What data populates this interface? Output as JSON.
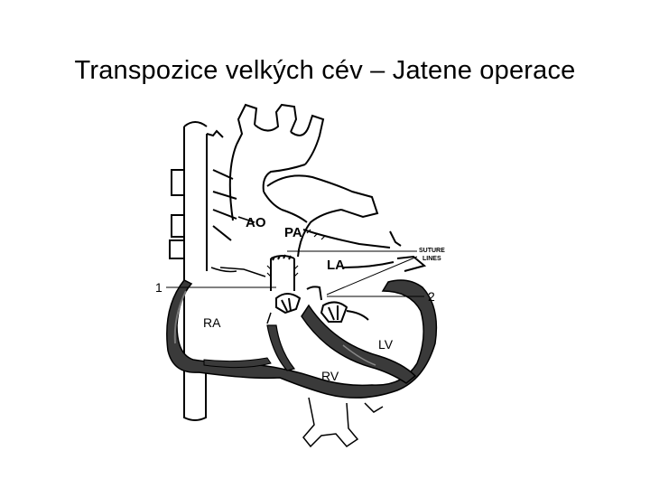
{
  "slide": {
    "title": "Transpozice velkých cév – Jatene operace"
  },
  "diagram": {
    "labels": {
      "ao": "AO",
      "pa": "PA",
      "la": "LA",
      "ra": "RA",
      "lv": "LV",
      "rv": "RV",
      "suture_line1": "SUTURE",
      "suture_line2": "LINES",
      "callout_1": "1",
      "callout_2": "2"
    }
  }
}
